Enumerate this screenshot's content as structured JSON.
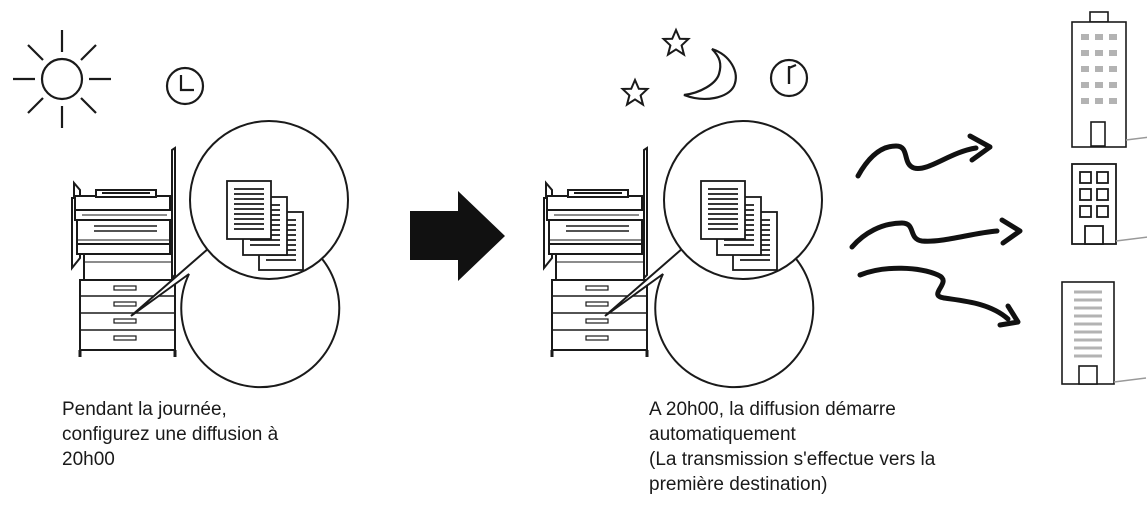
{
  "left_caption": {
    "line1": "Pendant la journée,",
    "line2": "configurez une diffusion à",
    "line3": "20h00"
  },
  "right_caption": {
    "line1": "A 20h00, la diffusion démarre",
    "line2": "automatiquement",
    "line3": "(La transmission s'effectue vers la",
    "line4": "première destination)"
  },
  "colors": {
    "stroke": "#1a1a1a",
    "fill": "#ffffff",
    "window": "#b3b3b3",
    "arrow": "#111111"
  },
  "icons": [
    "sun-icon",
    "clock-icon",
    "moon-icon",
    "star-icon",
    "copier-icon",
    "document-icon",
    "arrow-right-icon",
    "transmission-arrow-icon",
    "building-icon"
  ]
}
